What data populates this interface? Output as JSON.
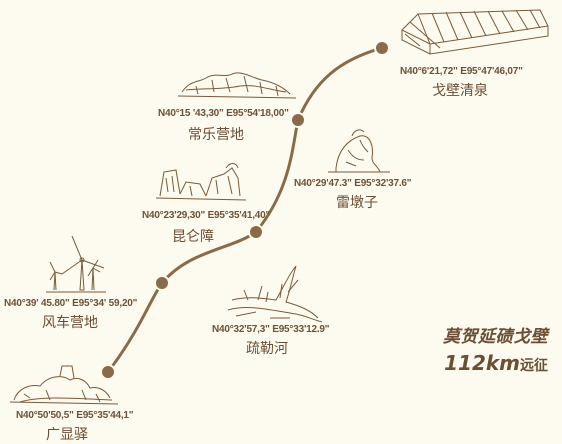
{
  "stops": [
    {
      "id": "gobi-qingquan",
      "name": "戈壁清泉",
      "coord": "N40°6'21,72\"  E95°47'46,07\""
    },
    {
      "id": "changle-yingdi",
      "name": "常乐营地",
      "coord": "N40°15 '43,30\"  E95°54'18,00\""
    },
    {
      "id": "leidunzi",
      "name": "雷墩子",
      "coord": "N40°29'47.3\"  E95°32'37.6\""
    },
    {
      "id": "kunlunzhang",
      "name": "昆仑障",
      "coord": "N40°23'29,30\"  E95°35'41,40\""
    },
    {
      "id": "fengche-yingdi",
      "name": "风车营地",
      "coord": "N40°39' 45.80\"  E95°34' 59,20\""
    },
    {
      "id": "shulehe",
      "name": "疏勒河",
      "coord": "N40°32'57,3\"  E95°33'12.9\""
    },
    {
      "id": "guangxianyi",
      "name": "广显驿",
      "coord": "N40°50'50,5\"  E95°35'44,1\""
    }
  ],
  "badge": {
    "line1": "莫贺延碛戈壁",
    "distance": "112",
    "unit_suffix": "km",
    "line2_tail": "远征"
  },
  "colors": {
    "ink": "#7a5a39",
    "background": "#fdfaf0",
    "node": "#8a6a48"
  }
}
